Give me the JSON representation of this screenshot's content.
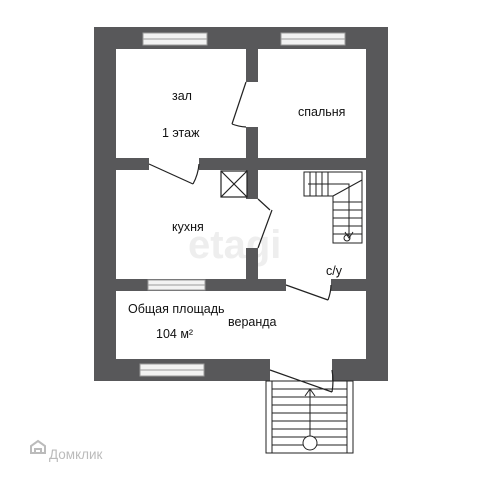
{
  "plan": {
    "rooms": {
      "hall": "зал",
      "floor": "1  этаж",
      "bedroom": "спальня",
      "kitchen": "кухня",
      "bathroom": "с/у",
      "veranda": "веранда"
    },
    "total_area_label": "Общая площадь",
    "total_area_value": "104 м²"
  },
  "watermark": "etagi",
  "brand": {
    "name": "Домклик",
    "icon": "domclick-logo-icon"
  },
  "colors": {
    "wall": "#58585a",
    "window": "#f2f2f2",
    "line": "#222222",
    "watermark": "#eeeeee",
    "brand": "#bbbbbb"
  }
}
